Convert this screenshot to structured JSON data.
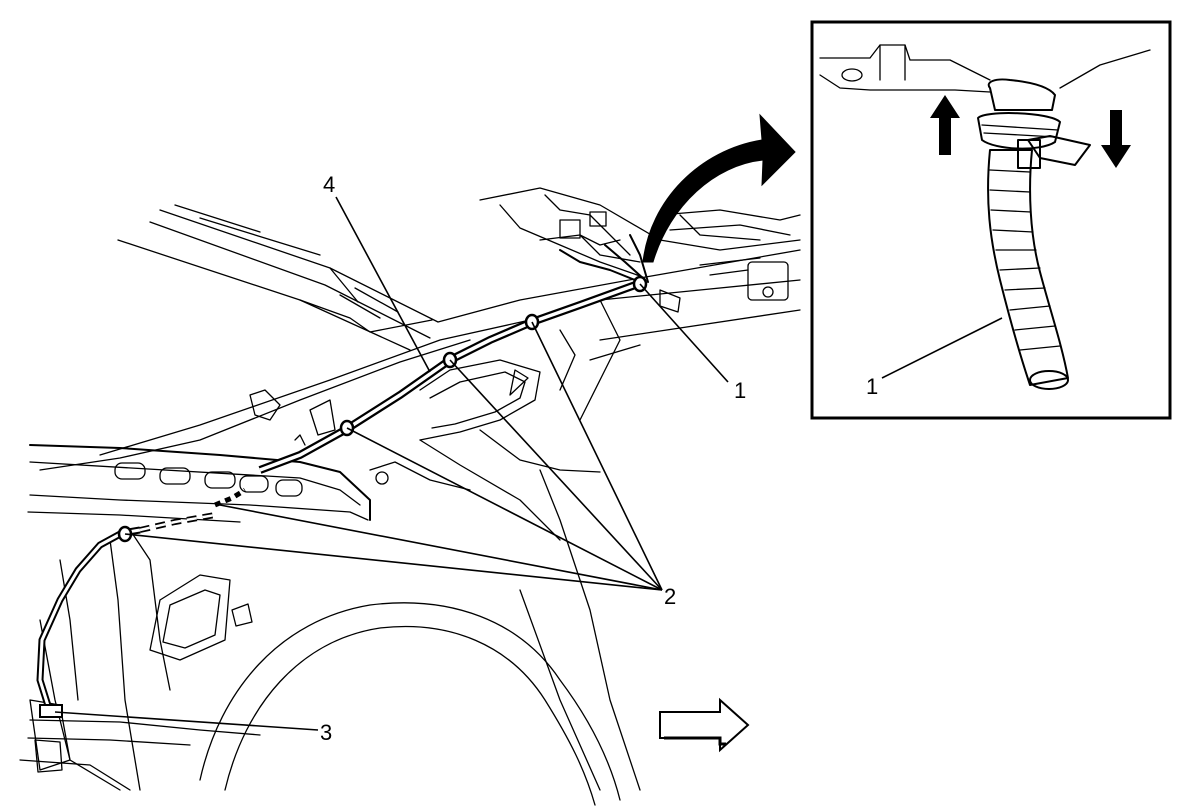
{
  "callouts": [
    {
      "id": "1",
      "text": "1"
    },
    {
      "id": "2",
      "text": "2"
    },
    {
      "id": "3",
      "text": "3"
    },
    {
      "id": "4",
      "text": "4"
    }
  ],
  "inset": {
    "callout": "1",
    "arrows": [
      "up",
      "down"
    ]
  },
  "direction_arrow": "forward",
  "colors": {
    "line": "#000000",
    "background": "#ffffff"
  }
}
